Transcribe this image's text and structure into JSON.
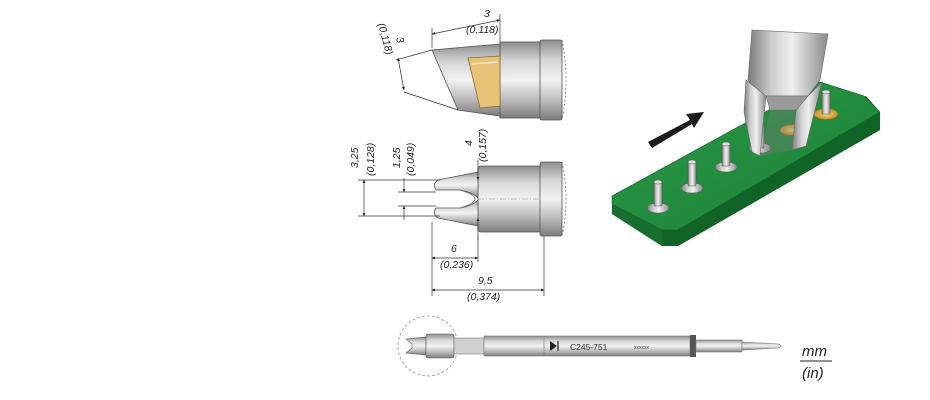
{
  "dimensions": {
    "side_width_mm": "3",
    "side_width_in": "(0,118)",
    "side_height_mm": "3",
    "side_height_in": "(0,118)",
    "outer_height_mm": "3,25",
    "outer_height_in": "(0,128)",
    "slot_width_mm": "1,25",
    "slot_width_in": "(0,049)",
    "tip_height_mm": "4",
    "tip_height_in": "(0,157)",
    "slot_length_mm": "6",
    "slot_length_in": "(0,236)",
    "total_length_mm": "9,5",
    "total_length_in": "(0,374)"
  },
  "cartridge": {
    "model": "C245-751",
    "serial": "xxxxxx"
  },
  "units": {
    "primary": "mm",
    "secondary": "(in)"
  },
  "colors": {
    "pcb_green": "#1f8a3c",
    "pcb_edge": "#126b2a",
    "solder_gold": "#d6a531",
    "tip_insert": "#e9c27a",
    "metal_gray": "#b8b8b8"
  }
}
